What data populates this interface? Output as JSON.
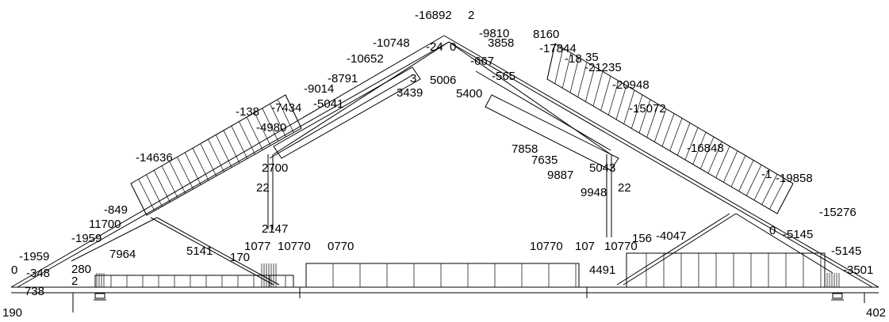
{
  "diagram": {
    "labels": [
      "-16892",
      "2",
      "-10748",
      "-24",
      "0",
      "-9810",
      "8160",
      "3858",
      "-17844",
      "-18",
      "35",
      "-10652",
      "-667",
      "5006",
      "-565",
      "-21235",
      "-8791",
      "3",
      "-9014",
      "3439",
      "5400",
      "-20948",
      "-138",
      "-7434",
      "-5041",
      "-15072",
      "-4980",
      "-14636",
      "7858",
      "7635",
      "5043",
      "-16848",
      "2700",
      "9887",
      "22",
      "9948",
      "22",
      "-1",
      "-19858",
      "-849",
      "11700",
      "-1959",
      "-15276",
      "2147",
      "7964",
      "5141",
      "10770",
      "0770",
      "1077",
      "170",
      "10770",
      "107",
      "10770",
      "156",
      "-4047",
      "0",
      "-5145",
      "-1959",
      "-5145",
      "0",
      "-348",
      "280",
      "4491",
      "-3501",
      "2",
      "738",
      "190",
      "402"
    ]
  }
}
